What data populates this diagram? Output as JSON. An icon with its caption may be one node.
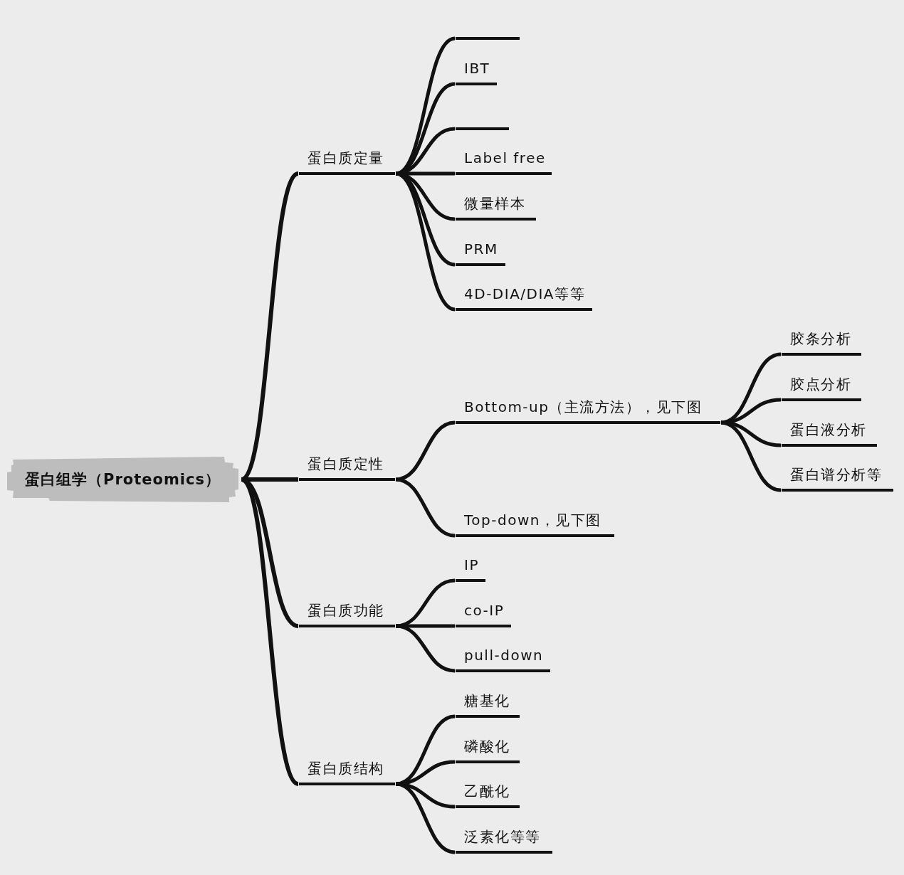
{
  "diagram": {
    "nodes": [
      {
        "text": [
          "蛋白组学（Proteomics）"
        ]
      },
      {
        "text": [
          "蛋白质定量"
        ]
      },
      {
        "text": [],
        "shape": "line"
      },
      {
        "text": [
          "IBT"
        ]
      },
      {
        "text": [],
        "shape": "line"
      },
      {
        "text": [
          "Label free"
        ]
      },
      {
        "text": [
          "微量样本"
        ]
      },
      {
        "text": [
          "PRM"
        ]
      },
      {
        "text": [
          "4D-DIA/DIA等等"
        ]
      },
      {
        "text": [
          "蛋白质定性"
        ]
      },
      {
        "text": [
          "Bottom-up（主流方法），见下图"
        ]
      },
      {
        "text": [
          "胶条分析"
        ]
      },
      {
        "text": [
          "胶点分析"
        ]
      },
      {
        "text": [
          "蛋白液分析"
        ]
      },
      {
        "text": [
          "蛋白谱分析等"
        ]
      },
      {
        "text": [
          "Top-down，见下图"
        ]
      },
      {
        "text": [
          "蛋白质功能"
        ]
      },
      {
        "text": [
          "IP"
        ]
      },
      {
        "text": [
          "co-IP"
        ]
      },
      {
        "text": [
          "pull-down"
        ]
      },
      {
        "text": [
          "蛋白质结构"
        ]
      },
      {
        "text": [
          "糖基化"
        ]
      },
      {
        "text": [
          "磷酸化"
        ]
      },
      {
        "text": [
          "乙酰化"
        ]
      },
      {
        "text": [
          "泛素化等等"
        ]
      }
    ],
    "edges": [
      {
        "from": 0,
        "to": 1,
        "arrow": "none"
      },
      {
        "from": 1,
        "to": 2,
        "arrow": "none"
      },
      {
        "from": 1,
        "to": 3,
        "arrow": "none"
      },
      {
        "from": 1,
        "to": 4,
        "arrow": "none"
      },
      {
        "from": 1,
        "to": 5,
        "arrow": "none"
      },
      {
        "from": 1,
        "to": 6,
        "arrow": "none"
      },
      {
        "from": 1,
        "to": 7,
        "arrow": "none"
      },
      {
        "from": 1,
        "to": 8,
        "arrow": "none"
      },
      {
        "from": 0,
        "to": 9,
        "arrow": "none"
      },
      {
        "from": 9,
        "to": 10,
        "arrow": "none"
      },
      {
        "from": 10,
        "to": 11,
        "arrow": "none"
      },
      {
        "from": 10,
        "to": 12,
        "arrow": "none"
      },
      {
        "from": 10,
        "to": 13,
        "arrow": "none"
      },
      {
        "from": 10,
        "to": 14,
        "arrow": "none"
      },
      {
        "from": 9,
        "to": 15,
        "arrow": "none"
      },
      {
        "from": 0,
        "to": 16,
        "arrow": "none"
      },
      {
        "from": 16,
        "to": 17,
        "arrow": "none"
      },
      {
        "from": 16,
        "to": 18,
        "arrow": "none"
      },
      {
        "from": 16,
        "to": 19,
        "arrow": "none"
      },
      {
        "from": 0,
        "to": 20,
        "arrow": "none"
      },
      {
        "from": 20,
        "to": 21,
        "arrow": "none"
      },
      {
        "from": 20,
        "to": 22,
        "arrow": "none"
      },
      {
        "from": 20,
        "to": 23,
        "arrow": "none"
      },
      {
        "from": 20,
        "to": 24,
        "arrow": "none"
      }
    ]
  }
}
